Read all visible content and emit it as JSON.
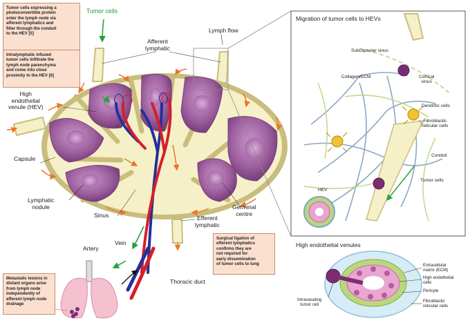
{
  "notes": {
    "note1": [
      "Tumor cells expressing a",
      "photoconvertible protein",
      "enter the lymph node via",
      "afferent lymphatics and",
      "filter through the conduit",
      "to the HEV [5]"
    ],
    "note2": [
      "Intralymphatic infused",
      "tumor cells infiltrate the",
      "lymph node parenchyma",
      "and come into close",
      "proximity to the HEV [6]"
    ],
    "note3": [
      "Surgical ligation of",
      "efferent lymphatics",
      "confirms they are",
      "not required for",
      "early dissemination",
      "of tumor cells to lung"
    ],
    "note4": [
      "Metastatic lesions in",
      "distant organs arise",
      "from lymph node",
      "independently of",
      "efferent lymph node",
      "drainage"
    ]
  },
  "labels": {
    "tumor_cells": "Tumor cells",
    "lymph_flow": "Lymph flow",
    "afferent": [
      "Afferent",
      "lymphatic"
    ],
    "hev": [
      "High",
      "endothelial",
      "venule (HEV)"
    ],
    "capsule": "Capsule",
    "lymphatic_nodule": [
      "Lymphatic",
      "nodule"
    ],
    "sinus": "Sinus",
    "germinal": [
      "Germinal",
      "centre"
    ],
    "efferent": [
      "Efferent",
      "lymphatic"
    ],
    "vein": "Vein",
    "artery": "Artery",
    "thoracic": "Thoracic duct"
  },
  "panel_migration": {
    "title": "Migration of tumor cells to HEVs",
    "subcapsular": "Subcapsular sinus",
    "collagen": "Collagen/ECM",
    "cortical": [
      "Cortical",
      "sinus"
    ],
    "dendritic": "Dendritic cells",
    "frc": [
      "Fibroblastic",
      "reticular cells"
    ],
    "conduit": "Conduit",
    "tumor": "Tumor cells",
    "hev": "HEV"
  },
  "panel_hev": {
    "title": "High endothelial venules",
    "ecm": [
      "Extracellular",
      "matrix (ECM)"
    ],
    "hec": [
      "High endothelial",
      "cells"
    ],
    "pericyte": "Pericyte",
    "frc": [
      "Fibroblastic",
      "reticular cells"
    ],
    "intravasating": [
      "Intravasating",
      "tumor cell"
    ]
  },
  "colors": {
    "node_fill": "#f6f0c8",
    "capsule": "#c9bd7d",
    "nodule": "#9a5c9a",
    "artery": "#d42028",
    "vein": "#25309a",
    "flow_arrow": "#e8782a",
    "green_arrow": "#27a13a",
    "note_bg": "#fbe0cf"
  }
}
